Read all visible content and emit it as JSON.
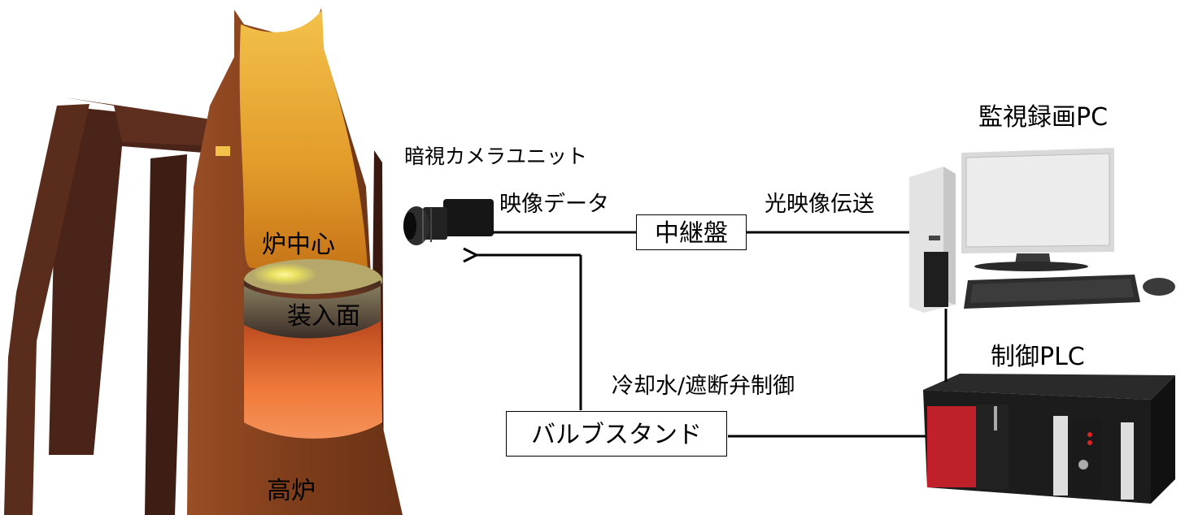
{
  "furnace": {
    "name": "高炉",
    "center_label": "炉中心",
    "charge_surface_label": "装入面"
  },
  "camera": {
    "name": "暗視カメラユニット"
  },
  "relay": {
    "name": "中継盤"
  },
  "valve": {
    "name": "バルブスタンド"
  },
  "pc": {
    "name": "監視録画PC"
  },
  "plc": {
    "name": "制御PLC"
  },
  "links": {
    "video_data": "映像データ",
    "optical_transmission": "光映像伝送",
    "control": "冷却水/遮断弁制御"
  },
  "colors": {
    "furnace_shell": "#8a4520",
    "furnace_interior_top": "#e8a233",
    "furnace_glow": "#f26a2a",
    "frame": "#4a2418",
    "plc_accent": "#c0202a",
    "pc_body": "#e6e6e6",
    "line": "#000000"
  }
}
